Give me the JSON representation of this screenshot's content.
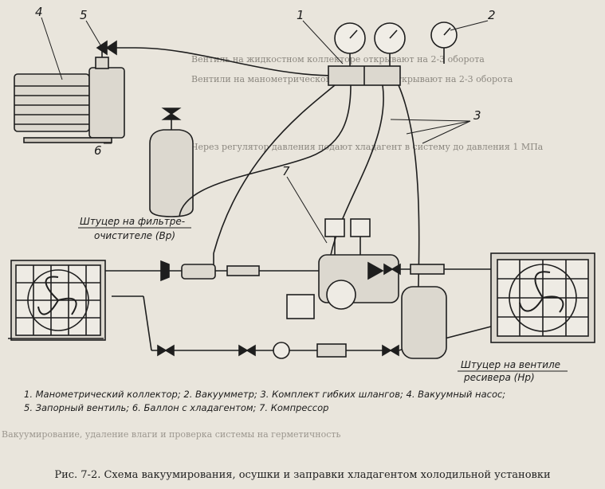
{
  "labels": {
    "n1": "1",
    "n2": "2",
    "n3": "3",
    "n4": "4",
    "n5": "5",
    "n6": "6",
    "n7": "7"
  },
  "notes": {
    "filter_line1": "Штуцер на фильтре-",
    "filter_line2": "очистителе (Вр)",
    "receiver_line1": "Штуцер на вентиле",
    "receiver_line2": "ресивера (Нр)"
  },
  "legend": {
    "line1": "1. Манометрический коллектор; 2. Вакуумметр; 3. Комплект гибких шлангов; 4. Вакуумный насос;",
    "line2": "5. Запорный вентиль; 6. Баллон с хладагентом; 7. Компрессор"
  },
  "caption": "Рис. 7-2. Схема вакуумирования, осушки и заправки хладагентом холодильной установки",
  "background_text": {
    "line1": "Вентиль на жидкостном коллекторе открывают на 2-3 оборота",
    "line2": "Вентили на манометрическом коллекторе открывают на 2-3 оборота",
    "line3": "Через регулятор давления подают хладагент в систему до давления 1 МПа",
    "bottom": "Вакуумирование, удаление влаги и проверка системы на герметичность"
  }
}
